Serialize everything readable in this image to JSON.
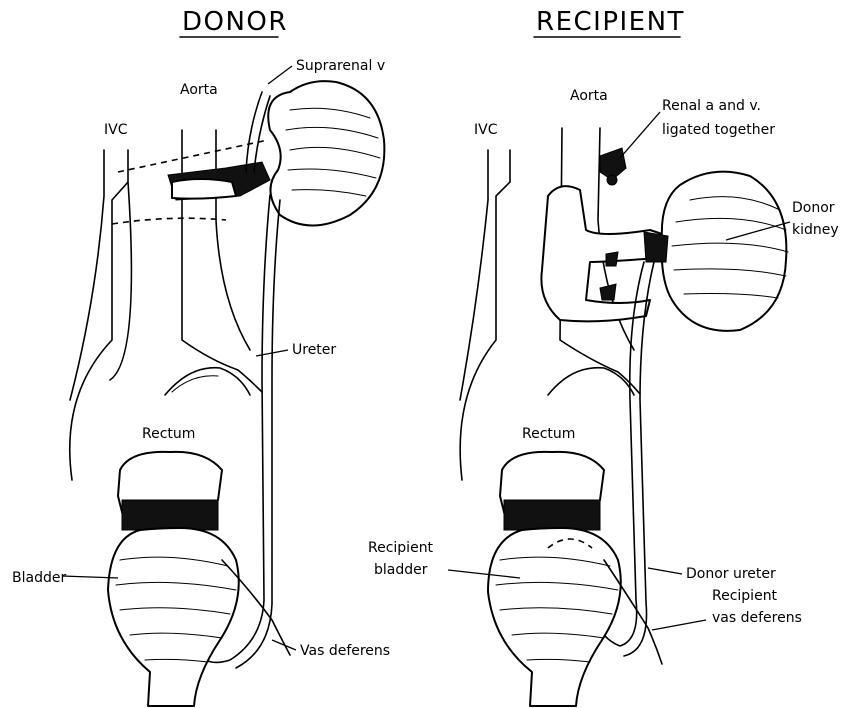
{
  "donor": {
    "title": "DONOR",
    "labels": {
      "suprarenal": "Suprarenal v",
      "aorta": "Aorta",
      "ivc": "IVC",
      "ureter": "Ureter",
      "rectum": "Rectum",
      "bladder": "Bladder",
      "vas_deferens": "Vas deferens"
    }
  },
  "recipient": {
    "title": "RECIPIENT",
    "labels": {
      "aorta": "Aorta",
      "ivc": "IVC",
      "renal_av_line1": "Renal a and v.",
      "renal_av_line2": "ligated together",
      "donor_kidney_line1": "Donor",
      "donor_kidney_line2": "kidney",
      "rectum": "Rectum",
      "recipient_bladder_line1": "Recipient",
      "recipient_bladder_line2": "bladder",
      "donor_ureter": "Donor ureter",
      "recipient_vas_line1": "Recipient",
      "recipient_vas_line2": "vas deferens"
    }
  }
}
